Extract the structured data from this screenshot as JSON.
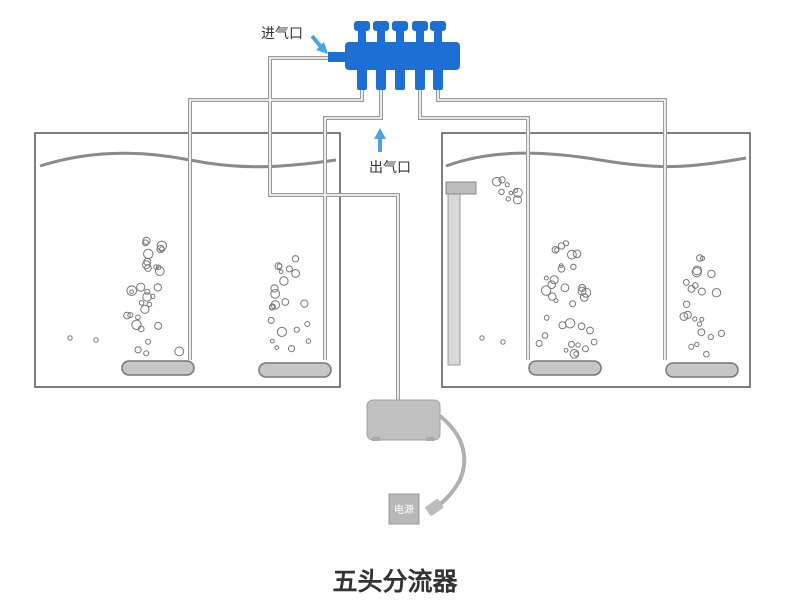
{
  "labels": {
    "air_inlet": "进气口",
    "air_outlet": "出气口",
    "power_source": "电源",
    "caption": "五头分流器"
  },
  "colors": {
    "splitter_blue": "#1e6fd4",
    "tube": "#9a9a9a",
    "tank_border": "#555555",
    "water_surface": "#8a8a8a",
    "pump": "#c0c0c0",
    "power_box": "#b8b8b8",
    "arrow_blue": "#4aa3e8"
  },
  "icons": {
    "inlet_arrow": "down-right-arrow-icon",
    "outlet_arrow": "up-arrow-icon"
  }
}
